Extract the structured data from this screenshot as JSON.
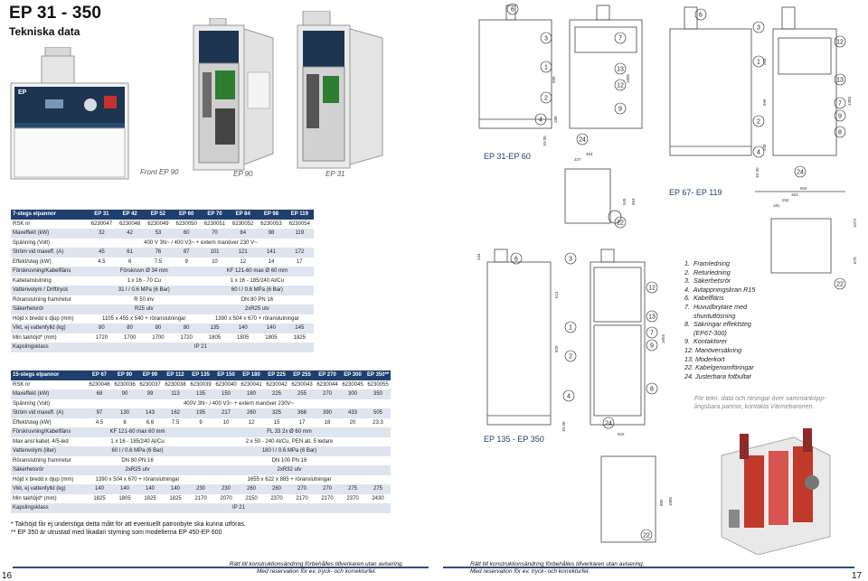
{
  "header": {
    "title": "EP 31 - 350",
    "subtitle": "Tekniska data"
  },
  "photos": {
    "cap_front": "Front EP 90",
    "cap_ep90": "EP 90",
    "cap_ep31": "EP 31",
    "panel_brand": "EP"
  },
  "table7": {
    "headers": [
      "7-stegs elpannor",
      "EP 31",
      "EP 42",
      "EP 52",
      "EP 60",
      "EP 70",
      "EP 84",
      "EP 98",
      "EP 119"
    ],
    "rows": [
      {
        "label": "RSK nr",
        "cells": [
          "6230047",
          "6230048",
          "6230049",
          "6230050",
          "6230051",
          "6230052",
          "6230053",
          "6230054"
        ]
      },
      {
        "label": "Maxeffekt (kW)",
        "cells": [
          "32",
          "42",
          "53",
          "60",
          "70",
          "84",
          "98",
          "119"
        ]
      },
      {
        "label": "Spänning (Volt)",
        "span": "400 V 3N~ / 400 V3~ + extern manöver 230 V~"
      },
      {
        "label": "Ström vid maxeff. (A)",
        "cells": [
          "45",
          "61",
          "76",
          "87",
          "101",
          "121",
          "141",
          "172"
        ]
      },
      {
        "label": "Effekt/steg (kW)",
        "cells": [
          "4.5",
          "6",
          "7.5",
          "9",
          "10",
          "12",
          "14",
          "17"
        ]
      },
      {
        "label": "Förskruvning/Kabelfläns",
        "a": "Förskruvn Ø 34 mm",
        "b": "KF 121-60 max Ø 60 mm"
      },
      {
        "label": "Kabelanslutning",
        "a": "1 x 16 - 70 Cu",
        "b": "1 x 16 - 185/240 Al/Cu"
      },
      {
        "label": "Vattenvolym / Drifttryck",
        "a": "31 l / 0.6 MPa (6 Bar)",
        "b": "60 l / 0.6 MPa (6 Bar)"
      },
      {
        "label": "Röranslutning fram/retur",
        "a": "R 50 inv",
        "b": "DN 80 PN 16"
      },
      {
        "label": "Säkerhetsrör",
        "a": "R25 utv",
        "b": "2xR25 utv"
      },
      {
        "label": "Höjd x bredd x djup (mm)",
        "a": "1105 x 455 x 540 + röranslutningar",
        "b": "1390 x 504 x 670 + röranslutningar"
      },
      {
        "label": "Vikt, ej vattenfylld (kg)",
        "cells": [
          "80",
          "80",
          "80",
          "80",
          "135",
          "140",
          "140",
          "145"
        ]
      },
      {
        "label": "Min takhöjd* (mm)",
        "cells": [
          "1720",
          "1700",
          "1700",
          "1720",
          "1805",
          "1805",
          "1805",
          "1825"
        ]
      },
      {
        "label": "Kapslingsklass",
        "span": "IP 21"
      }
    ]
  },
  "table15": {
    "headers": [
      "15-stegs elpannor",
      "EP 67",
      "EP 90",
      "EP 99",
      "EP 112",
      "EP 135",
      "EP 150",
      "EP 180",
      "EP 225",
      "EP 255",
      "EP 270",
      "EP 300",
      "EP 350**"
    ],
    "rows": [
      {
        "label": "RSK nr",
        "cells": [
          "6230046",
          "6230036",
          "6230037",
          "6230038",
          "6230039",
          "6230040",
          "6230041",
          "6230042",
          "6230043",
          "6230044",
          "6230045",
          "6230055"
        ]
      },
      {
        "label": "Maxeffekt (kW)",
        "cells": [
          "68",
          "90",
          "99",
          "113",
          "135",
          "150",
          "180",
          "225",
          "255",
          "270",
          "300",
          "350"
        ]
      },
      {
        "label": "Spänning (Volt)",
        "span": "400V 3N~ / 400 V3~ + extern manöver 230V~"
      },
      {
        "label": "Ström vid maxeff. (A)",
        "cells": [
          "97",
          "130",
          "143",
          "162",
          "195",
          "217",
          "260",
          "325",
          "368",
          "390",
          "433",
          "505"
        ]
      },
      {
        "label": "Effekt/steg (kW)",
        "cells": [
          "4.5",
          "6",
          "6.6",
          "7.5",
          "9",
          "10",
          "12",
          "15",
          "17",
          "18",
          "20",
          "23.3"
        ]
      },
      {
        "label": "Förskruvning/Kabelfläns",
        "a": "KF 121-60 max 60 mm",
        "b": "FL 33 2x Ø 60 mm"
      },
      {
        "label": "Max ansl kabel, 4/5-led",
        "a": "1 x 16 - 185/240 Al/Cu",
        "b": "2 x 50 - 240 Al/Cu, PEN alt. 5 ledare"
      },
      {
        "label": "Vattenvolym (liter)",
        "a": "60 l / 0.6 MPa (6 Bar)",
        "b": "180 l / 0.6 MPa (6 Bar)"
      },
      {
        "label": "Röranslutning fram/retur",
        "a": "DN 80 PN 16",
        "b": "DN 100 PN 16"
      },
      {
        "label": "Säkerhetsrör",
        "a": "2xR25 utv",
        "b": "2xR32 utv"
      },
      {
        "label": "Höjd x bredd x djup (mm)",
        "a": "1390 x 504 x 670 + röranslutningar",
        "b": "1655 x 622 x 885 + röranslutningar"
      },
      {
        "label": "Vikt, ej vattenfylld (kg)",
        "cells": [
          "140",
          "140",
          "140",
          "140",
          "230",
          "230",
          "260",
          "260",
          "270",
          "270",
          "275",
          "275"
        ]
      },
      {
        "label": "Min takhöjd* (mm)",
        "cells": [
          "1825",
          "1805",
          "1825",
          "1825",
          "2170",
          "2070",
          "2150",
          "2370",
          "2170",
          "2170",
          "2370",
          "2430"
        ]
      },
      {
        "label": "Kapslingsklass",
        "span": "IP 21"
      }
    ]
  },
  "footnotes": [
    "* Takhöjd får ej understiga detta mått för att eventuellt patronbyte ska kunna utföras.",
    "** EP 350 är utrustad med likadan styrning som modellerna EP 450-EP 600"
  ],
  "page_left": "16",
  "page_right": "17",
  "disclaimer": [
    "Rätt till konstruktionsändring förbehålles tillverkaren utan avisering.",
    "Med reservation för ev. tryck- och korrekturfel."
  ],
  "diagrams": {
    "label_ep31_60": "EP 31-EP 60",
    "label_ep67_119": "EP 67- EP 119",
    "label_ep135_350": "EP 135 - EP 350",
    "dims_a": [
      "595",
      "188",
      "10-30",
      "1095",
      "227",
      "454",
      "539",
      "653"
    ],
    "dims_b": [
      "265",
      "596",
      "240",
      "1380",
      "10-30",
      "504",
      "323",
      "252",
      "181",
      "1073",
      "670"
    ],
    "dims_c": [
      "244",
      "514",
      "820",
      "1655",
      "10-30",
      "622",
      "885",
      "1005"
    ]
  },
  "legend": {
    "items": [
      "1.  Framledning",
      "2.  Returledning",
      "3.  Säkerhetsrör",
      "4.  Avtappningskran R15",
      "6.  Kabelfläns",
      "7.  Huvudbrytare med",
      "     shuntutlösning",
      "8.  Säkringar effektsteg",
      "     (EP67-300)",
      "9.  Kontaktorer",
      "12. Manöversäkring",
      "13. Moderkort",
      "22. Kabelgenomföringar",
      "24. Justerbara fotbultar"
    ],
    "note": [
      "För tekn. data och ritningar över sammankopp-",
      "lingsbara pannor, kontakta Värmebaronen."
    ]
  }
}
